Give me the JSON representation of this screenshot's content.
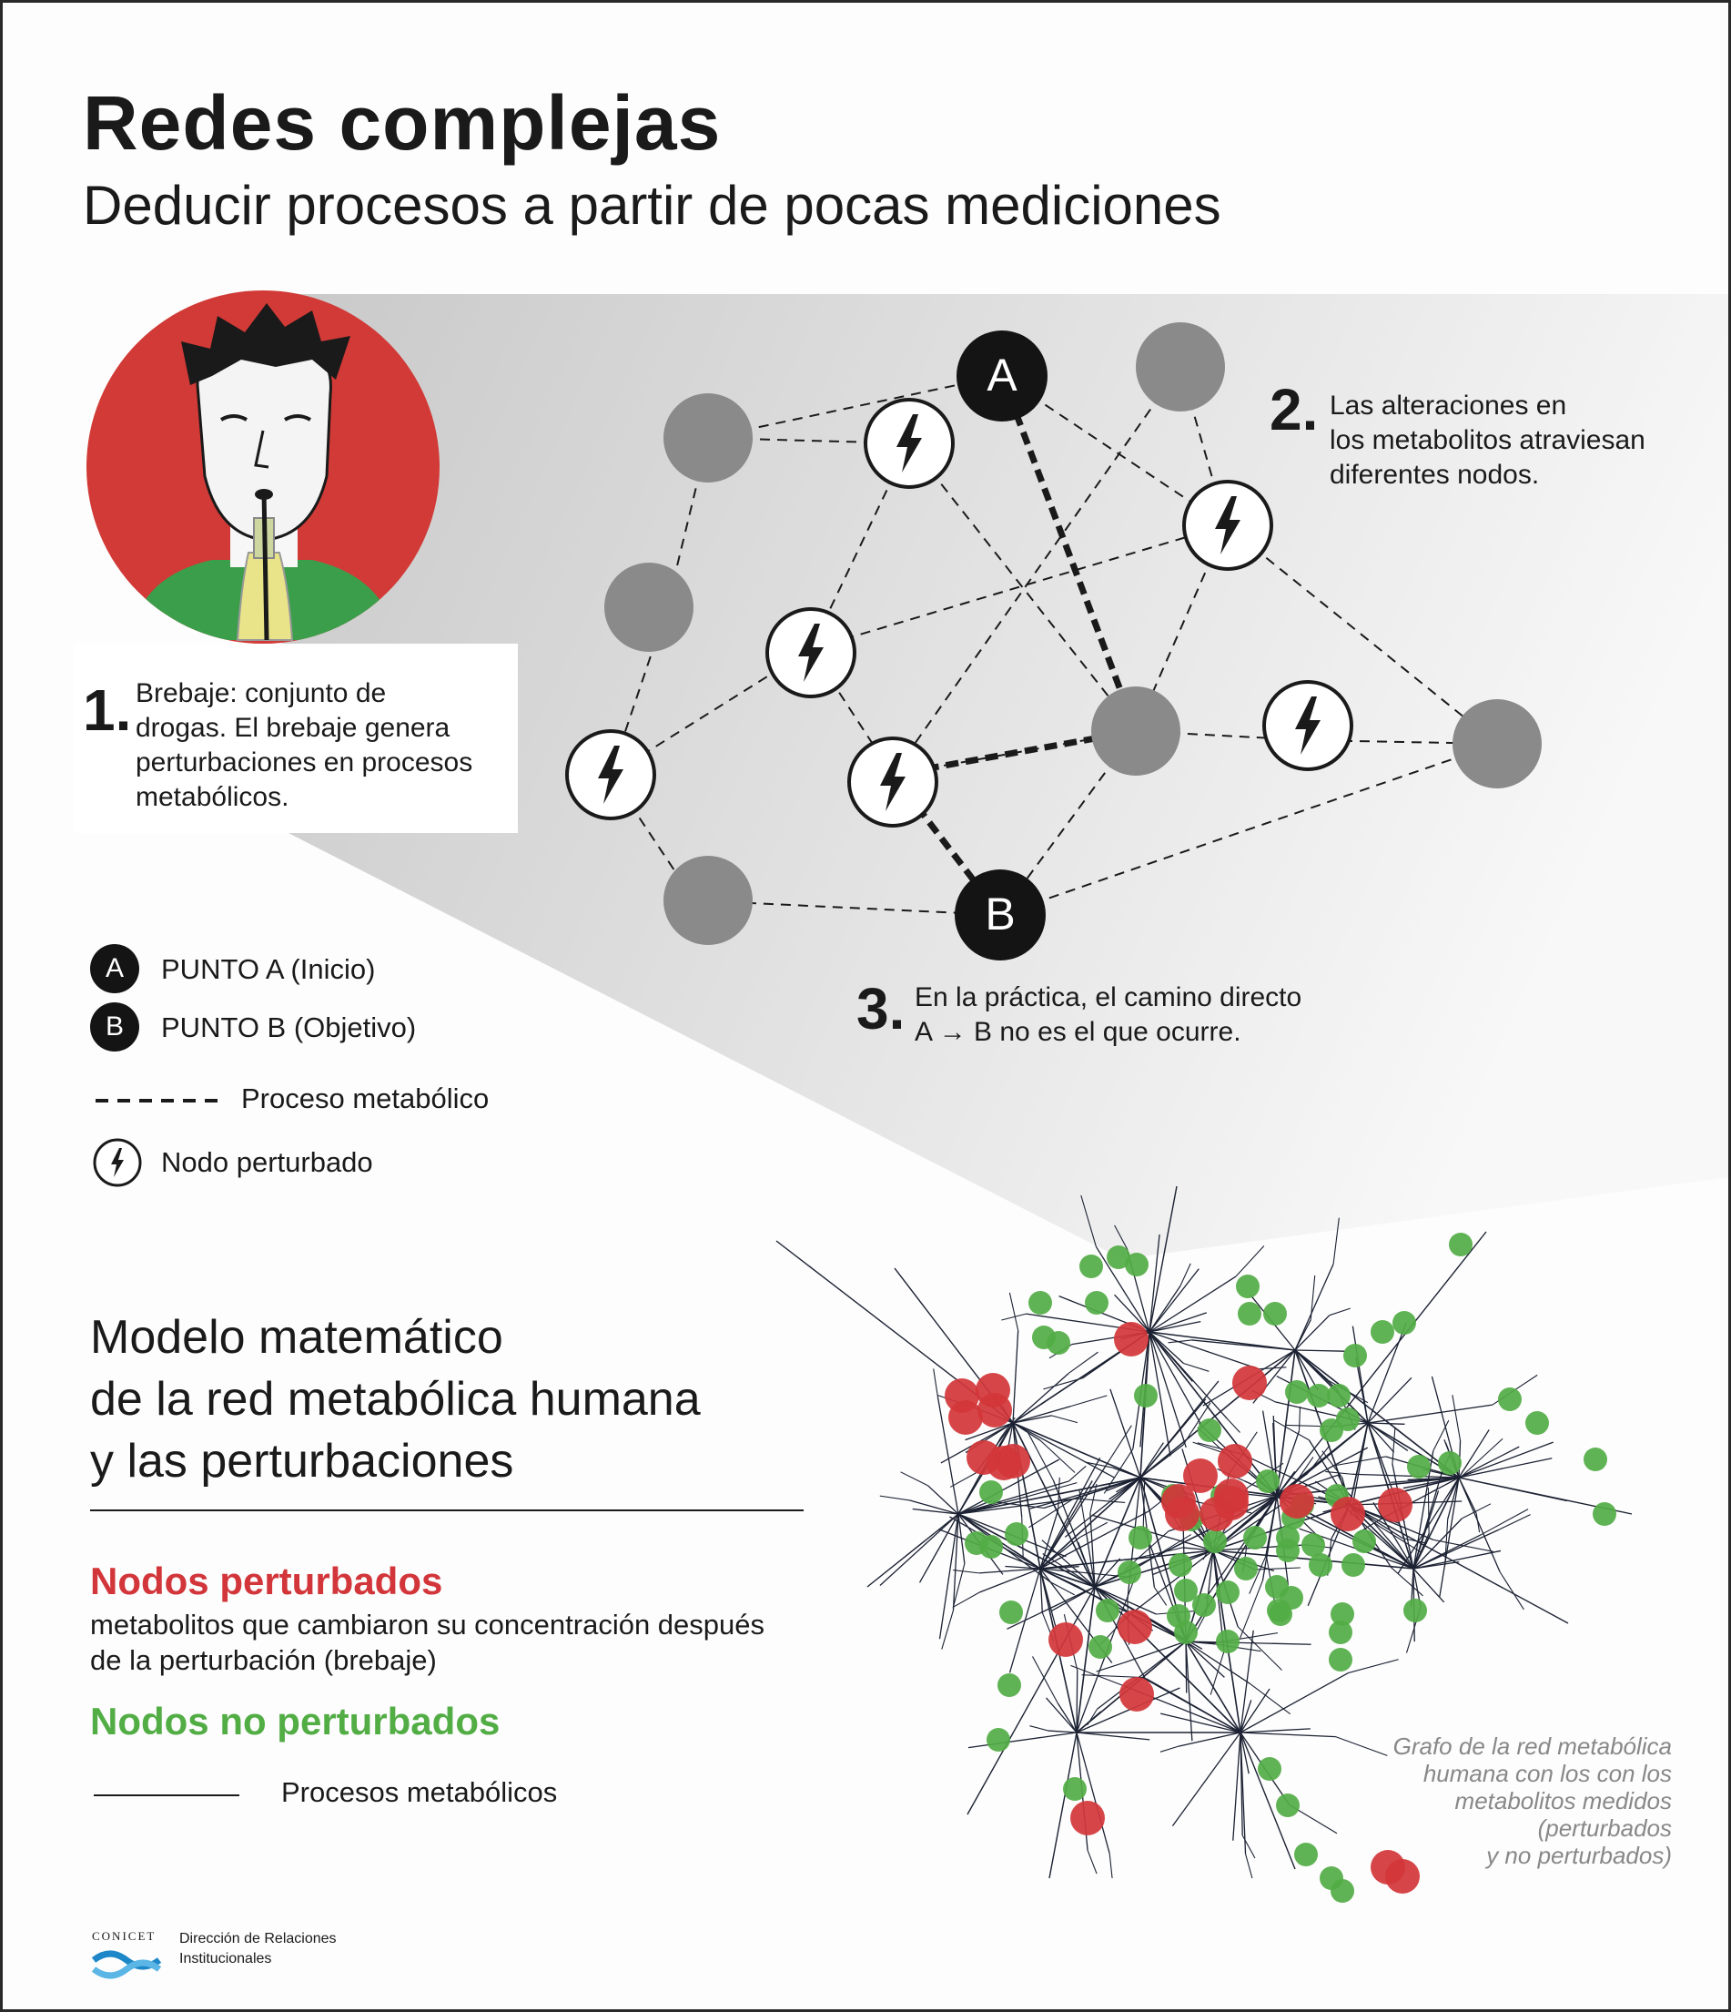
{
  "header": {
    "title": "Redes complejas",
    "subtitle": "Deducir procesos a partir de pocas mediciones"
  },
  "steps": [
    {
      "number": "1.",
      "lines": [
        "Brebaje: conjunto de",
        "drogas. El brebaje genera",
        "perturbaciones en procesos",
        "metabólicos."
      ]
    },
    {
      "number": "2.",
      "lines": [
        "Las alteraciones en",
        "los metabolitos atraviesan",
        "diferentes nodos."
      ]
    },
    {
      "number": "3.",
      "lines": [
        "En la práctica, el camino directo",
        "A → B no es el que ocurre."
      ]
    }
  ],
  "network": {
    "label_a": "A",
    "label_b": "B"
  },
  "legend": {
    "badge_a": "A",
    "point_a": "PUNTO A (Inicio)",
    "badge_b": "B",
    "point_b": "PUNTO B (Objetivo)",
    "process": "Proceso metabólico",
    "perturbed": "Nodo perturbado"
  },
  "model": {
    "title_lines": [
      "Modelo matemático",
      "de la red metabólica humana",
      "y las perturbaciones"
    ],
    "perturbed_title": "Nodos perturbados",
    "perturbed_desc_lines": [
      "metabolitos que cambiaron su concentración después",
      "de la perturbación (brebaje)"
    ],
    "nonperturbed_title": "Nodos no perturbados",
    "process_label": "Procesos metabólicos",
    "caption_lines": [
      "Grafo de la red metabólica",
      "humana con los con los",
      "metabolitos medidos",
      "(perturbados",
      "y no perturbados)"
    ]
  },
  "colors": {
    "perturbed": "#d2363a",
    "nonperturbed": "#52ad45",
    "node_gray": "#8a8a8a",
    "dark": "#141414",
    "avatar_bg": "#d13a36"
  },
  "footer": {
    "org": "CONICET",
    "dept_lines": [
      "Dirección de Relaciones",
      "Institucionales"
    ]
  }
}
